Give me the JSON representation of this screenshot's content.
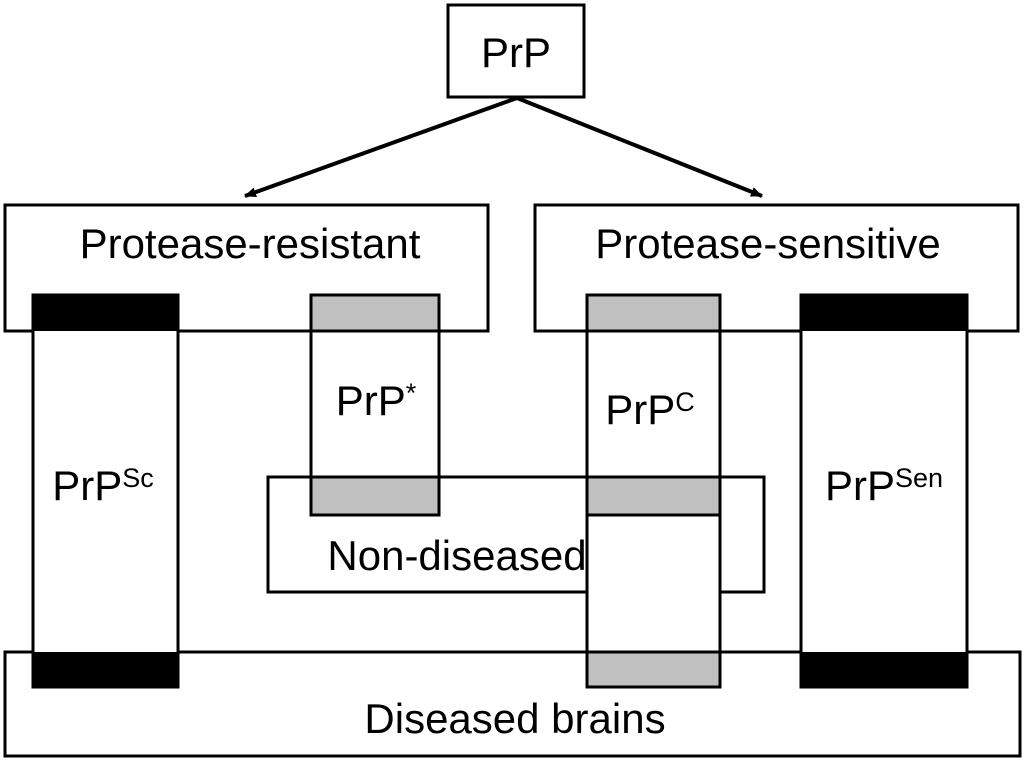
{
  "colors": {
    "outline": "#000000",
    "background": "#ffffff",
    "overlap_black": "#000000",
    "overlap_gray": "#c0c0c0"
  },
  "nodes": {
    "root": {
      "label": "PrP"
    },
    "protease_resistant": {
      "label": "Protease-resistant"
    },
    "protease_sensitive": {
      "label": "Protease-sensitive"
    },
    "non_diseased_brains": {
      "label": "Non-diseased brains"
    },
    "diseased_brains": {
      "label": "Diseased brains"
    },
    "prp_sc": {
      "base": "PrP",
      "sup": "Sc"
    },
    "prp_star": {
      "base": "PrP",
      "sup": "*"
    },
    "prp_c": {
      "base": "PrP",
      "sup": "C"
    },
    "prp_sen": {
      "base": "PrP",
      "sup": "Sen"
    }
  },
  "edges": [
    {
      "from": "root",
      "to": "protease_resistant"
    },
    {
      "from": "root",
      "to": "protease_sensitive"
    }
  ]
}
